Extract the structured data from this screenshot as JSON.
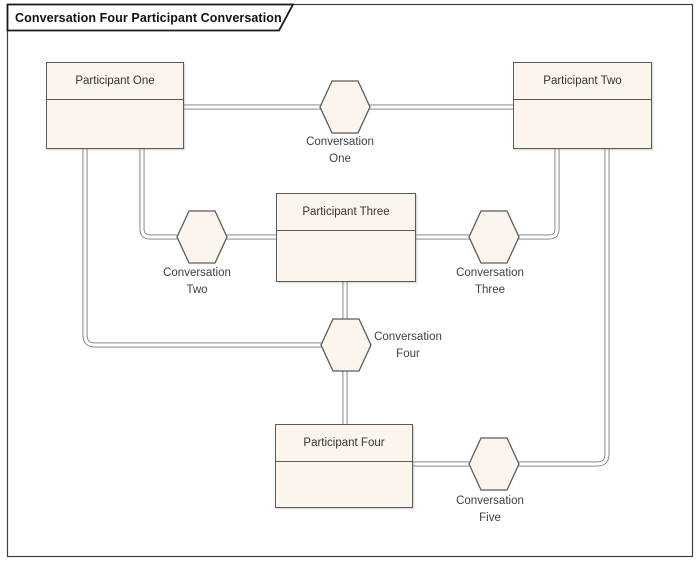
{
  "frame": {
    "title": "Conversation Four Participant Conversation"
  },
  "participants": {
    "one": {
      "label": "Participant One"
    },
    "two": {
      "label": "Participant Two"
    },
    "three": {
      "label": "Participant Three"
    },
    "four": {
      "label": "Participant Four"
    }
  },
  "conversations": {
    "one": {
      "line1": "Conversation",
      "line2": "One"
    },
    "two": {
      "line1": "Conversation",
      "line2": "Two"
    },
    "three": {
      "line1": "Conversation",
      "line2": "Three"
    },
    "four": {
      "line1": "Conversation",
      "line2": "Four"
    },
    "five": {
      "line1": "Conversation",
      "line2": "Five"
    }
  },
  "colors": {
    "shape_fill": "#FBF5EE",
    "shape_border": "#5B5B5B",
    "connector": "#7A7A7A",
    "frame_border": "#3F3F3F",
    "title_text": "#111111",
    "label_text": "#3F3F3F"
  }
}
